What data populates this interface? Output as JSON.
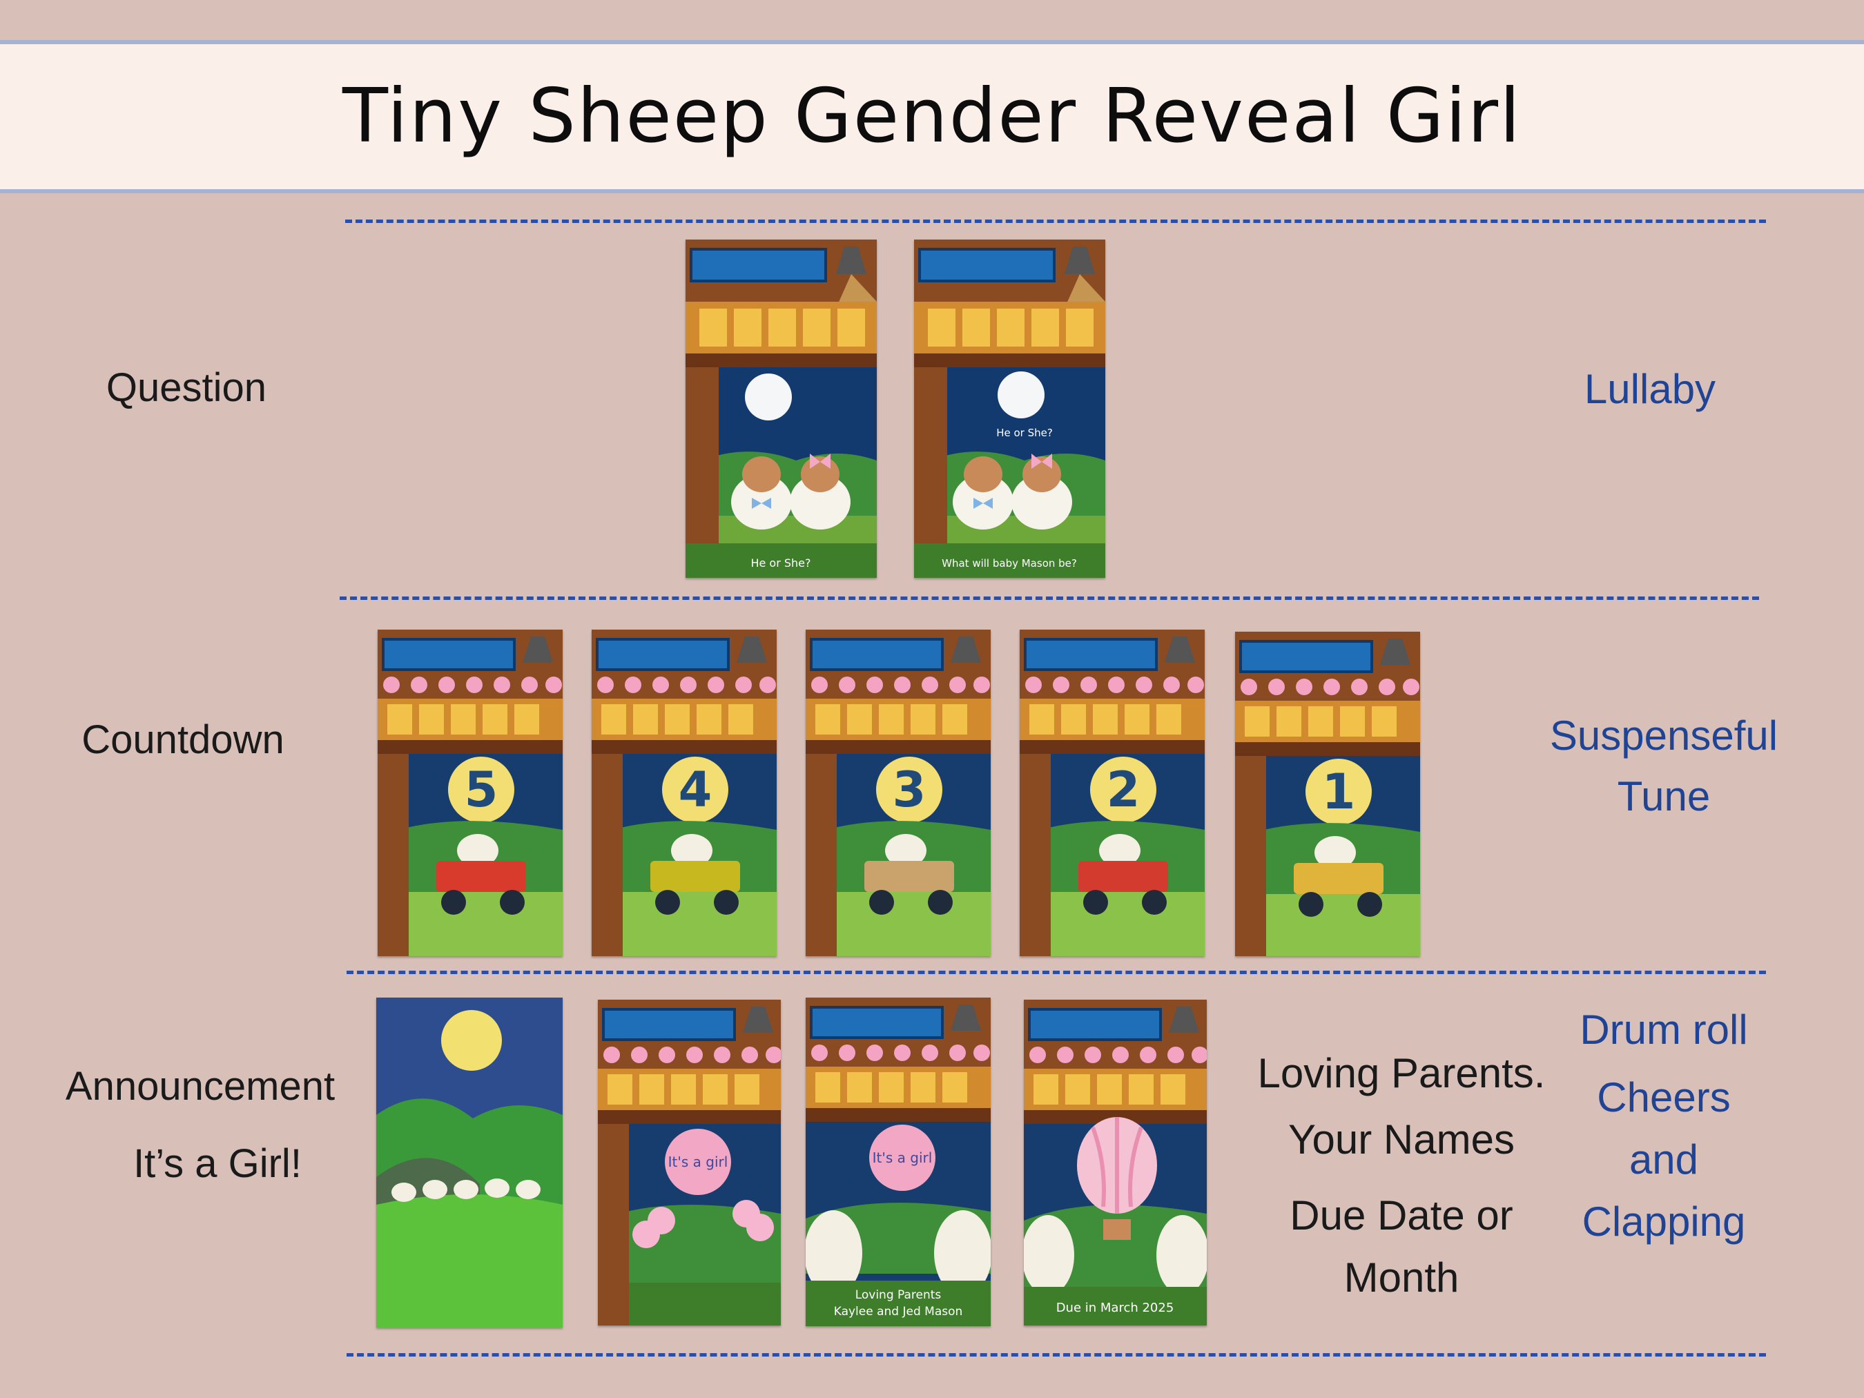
{
  "title": "Tiny Sheep Gender Reveal Girl",
  "rows": {
    "question": {
      "label": "Question",
      "music": "Lullaby"
    },
    "countdown": {
      "label": "Countdown",
      "music_line1": "Suspenseful",
      "music_line2": "Tune"
    },
    "announcement": {
      "label_line1": "Announcement",
      "label_line2": "It’s a Girl!",
      "music_line1": "Drum roll",
      "music_line2": "Cheers",
      "music_line3": "and",
      "music_line4": "Clapping",
      "note_line1": "Loving Parents.",
      "note_line2": "Your Names",
      "note_line3": "Due Date or",
      "note_line4": "Month"
    }
  },
  "question_cards": [
    {
      "caption": "He   or   She?",
      "moon_text": ""
    },
    {
      "caption": "What will baby Mason be?",
      "moon_text": "He   or   She?"
    }
  ],
  "countdown_cards": [
    {
      "number": "5",
      "wagon_color": "#d83a2c"
    },
    {
      "number": "4",
      "wagon_color": "#c8b820"
    },
    {
      "number": "3",
      "wagon_color": "#c9a36b"
    },
    {
      "number": "2",
      "wagon_color": "#d43b2f"
    },
    {
      "number": "1",
      "wagon_color": "#e0b43a"
    }
  ],
  "announcement_cards": {
    "girl_badge": "It's a girl",
    "parents_line1": "Loving Parents",
    "parents_line2": "Kaylee and Jed Mason",
    "due": "Due in March 2025"
  },
  "colors": {
    "music": "#1f4496",
    "divider": "#2b4ea6",
    "banner": "#fbefe9",
    "background": "#d8c0b9"
  }
}
